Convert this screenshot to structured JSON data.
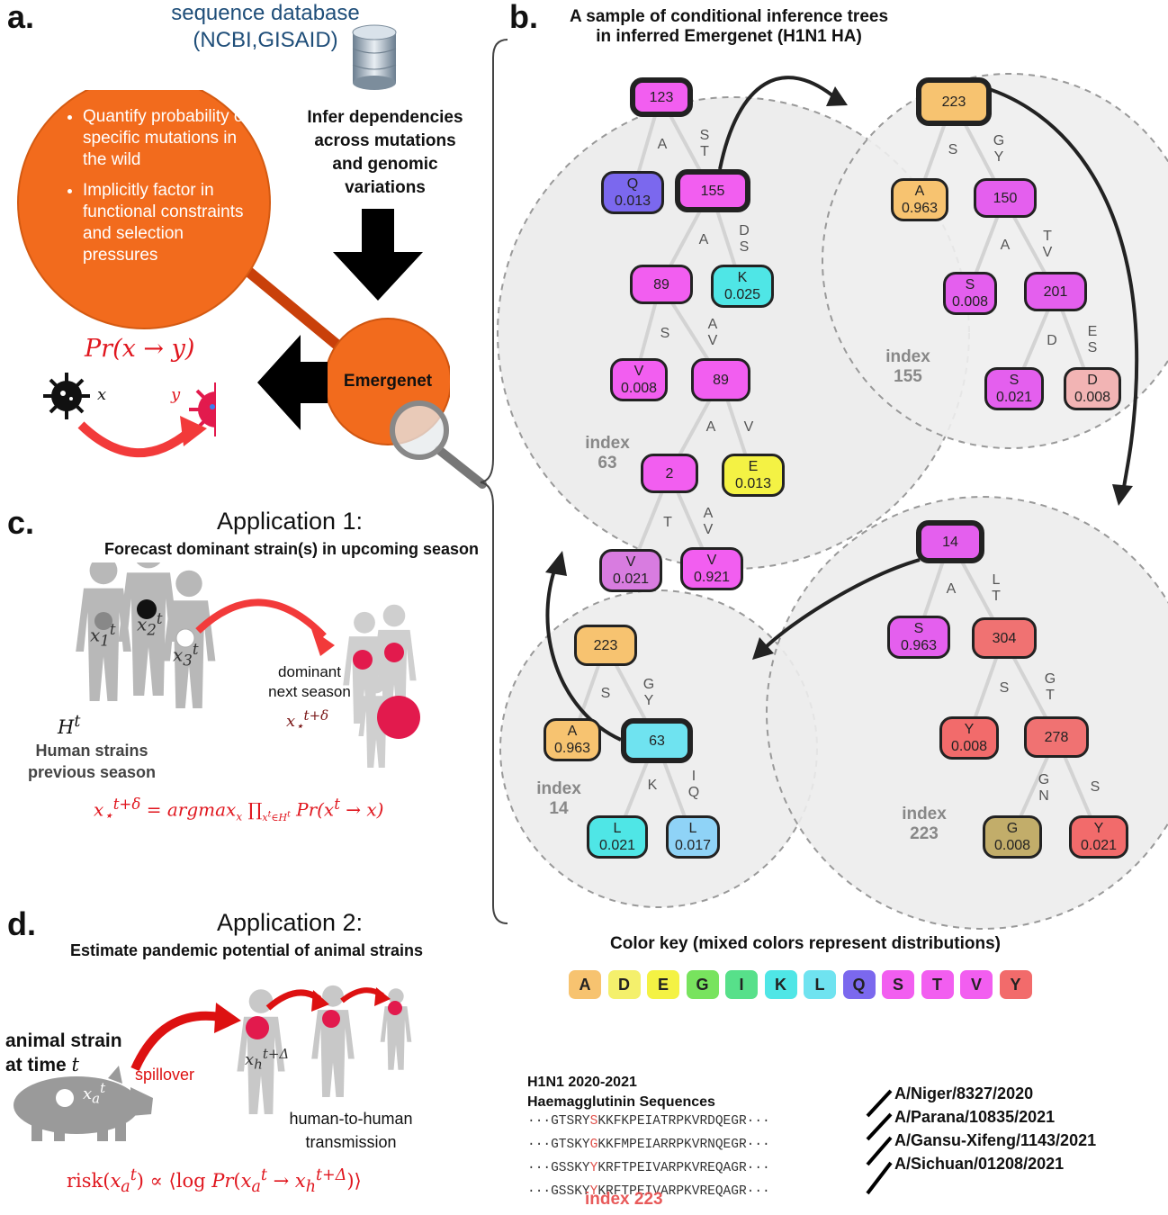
{
  "panel_a": {
    "label": "a.",
    "db_title_line1": "sequence database",
    "db_title_line2": "(NCBI,GISAID)",
    "infer_text": [
      "Infer dependencies",
      "across mutations",
      "and genomic",
      "variations"
    ],
    "bullets": [
      "Quantify probability of specific mutations in the wild",
      "Implicitly factor in functional constraints and selection pressures"
    ],
    "emergenet": "Emergenet",
    "pr_formula": "Pr(x → y)",
    "x_var": "x",
    "y_var": "y"
  },
  "panel_b": {
    "label": "b.",
    "title_line1": "A sample of conditional inference trees",
    "title_line2": "in inferred Emergenet (H1N1 HA)",
    "indices": [
      {
        "line1": "index",
        "line2": "63"
      },
      {
        "line1": "index",
        "line2": "155"
      },
      {
        "line1": "index",
        "line2": "14"
      },
      {
        "line1": "index",
        "line2": "223"
      }
    ],
    "nodes": [
      {
        "l1": "123",
        "l2": "",
        "color": "#f25ef0"
      },
      {
        "l1": "Q",
        "l2": "0.013",
        "color": "#7b68ee"
      },
      {
        "l1": "155",
        "l2": "",
        "color": "#f25ef0"
      },
      {
        "l1": "89",
        "l2": "",
        "color": "#f25ef0"
      },
      {
        "l1": "K",
        "l2": "0.025",
        "color": "#4fe6e6"
      },
      {
        "l1": "V",
        "l2": "0.008",
        "color": "#f25ef0"
      },
      {
        "l1": "89",
        "l2": "",
        "color": "#f25ef0"
      },
      {
        "l1": "2",
        "l2": "",
        "color": "#f25ef0"
      },
      {
        "l1": "E",
        "l2": "0.013",
        "color": "#f4f244"
      },
      {
        "l1": "V",
        "l2": "0.021",
        "color": "#d87ce0"
      },
      {
        "l1": "V",
        "l2": "0.921",
        "color": "#f25ef0"
      },
      {
        "l1": "223",
        "l2": "",
        "color": "#f7c370"
      },
      {
        "l1": "A",
        "l2": "0.963",
        "color": "#f7c370"
      },
      {
        "l1": "150",
        "l2": "",
        "color": "#e45fee"
      },
      {
        "l1": "S",
        "l2": "0.008",
        "color": "#e45fee"
      },
      {
        "l1": "201",
        "l2": "",
        "color": "#e45fee"
      },
      {
        "l1": "S",
        "l2": "0.021",
        "color": "#e45fee"
      },
      {
        "l1": "D",
        "l2": "0.008",
        "color": "#f2b4b4"
      },
      {
        "l1": "14",
        "l2": "",
        "color": "#e45fee"
      },
      {
        "l1": "S",
        "l2": "0.963",
        "color": "#e45fee"
      },
      {
        "l1": "304",
        "l2": "",
        "color": "#f07272"
      },
      {
        "l1": "Y",
        "l2": "0.008",
        "color": "#f26b6b"
      },
      {
        "l1": "278",
        "l2": "",
        "color": "#f07272"
      },
      {
        "l1": "G",
        "l2": "0.008",
        "color": "#c2ad6a"
      },
      {
        "l1": "Y",
        "l2": "0.021",
        "color": "#f26b6b"
      },
      {
        "l1": "223",
        "l2": "",
        "color": "#f7c370"
      },
      {
        "l1": "A",
        "l2": "0.963",
        "color": "#f7c370"
      },
      {
        "l1": "63",
        "l2": "",
        "color": "#6fe3f0"
      },
      {
        "l1": "L",
        "l2": "0.021",
        "color": "#4fe6e6"
      },
      {
        "l1": "L",
        "l2": "0.017",
        "color": "#8fd3f7"
      }
    ],
    "edge_labels": [
      "A",
      "S\nT",
      "A",
      "D\nS",
      "S",
      "A\nV",
      "A",
      "V",
      "T",
      "A\nV",
      "S",
      "G\nY",
      "A",
      "T\nV",
      "D",
      "E\nS",
      "A",
      "L\nT",
      "S",
      "G\nT",
      "G\nN",
      "S",
      "S",
      "G\nY",
      "K",
      "I\nQ"
    ],
    "color_key_title": "Color key (mixed colors represent distributions)",
    "color_key": [
      {
        "letter": "A",
        "color": "#f7c370"
      },
      {
        "letter": "D",
        "color": "#f4f06c"
      },
      {
        "letter": "E",
        "color": "#f4f244"
      },
      {
        "letter": "G",
        "color": "#78e35e"
      },
      {
        "letter": "I",
        "color": "#57e08a"
      },
      {
        "letter": "K",
        "color": "#4fe6e6"
      },
      {
        "letter": "L",
        "color": "#6fe3f0"
      },
      {
        "letter": "Q",
        "color": "#7b68ee"
      },
      {
        "letter": "S",
        "color": "#f25ef0"
      },
      {
        "letter": "T",
        "color": "#f25ef0"
      },
      {
        "letter": "V",
        "color": "#f25ef0"
      },
      {
        "letter": "Y",
        "color": "#f26b6b"
      }
    ],
    "seq_title_line1": "H1N1 2020-2021",
    "seq_title_line2": "Haemagglutinin Sequences",
    "sequences": [
      {
        "pre": "···GTSRY",
        "mid": "S",
        "post": "KKFKPEIATRPKVRDQEGR···"
      },
      {
        "pre": "···GTSKY",
        "mid": "G",
        "post": "KKFMPEIARRPKVRNQEGR···"
      },
      {
        "pre": "···GSSKY",
        "mid": "Y",
        "post": "KRFTPEIVARPKVREQAGR···"
      },
      {
        "pre": "···GSSKY",
        "mid": "Y",
        "post": "KRFTPEIVARPKVREQAGR···"
      }
    ],
    "strains": [
      "A/Niger/8327/2020",
      "A/Parana/10835/2021",
      "A/Gansu-Xifeng/1143/2021",
      "A/Sichuan/01208/2021"
    ],
    "seq_index_label": "index 223"
  },
  "panel_c": {
    "label": "c.",
    "title": "Application 1:",
    "subtitle": "Forecast dominant strain(s) in upcoming season",
    "dominant_line1": "dominant",
    "dominant_line2": "next season",
    "human_line1": "Human strains",
    "human_line2": "previous season"
  },
  "panel_d": {
    "label": "d.",
    "title": "Application 2:",
    "subtitle": "Estimate pandemic potential of animal strains",
    "animal_line1": "animal strain",
    "animal_line2": "at time",
    "spillover": "spillover",
    "h2h_line1": "human-to-human",
    "h2h_line2": "transmission"
  }
}
